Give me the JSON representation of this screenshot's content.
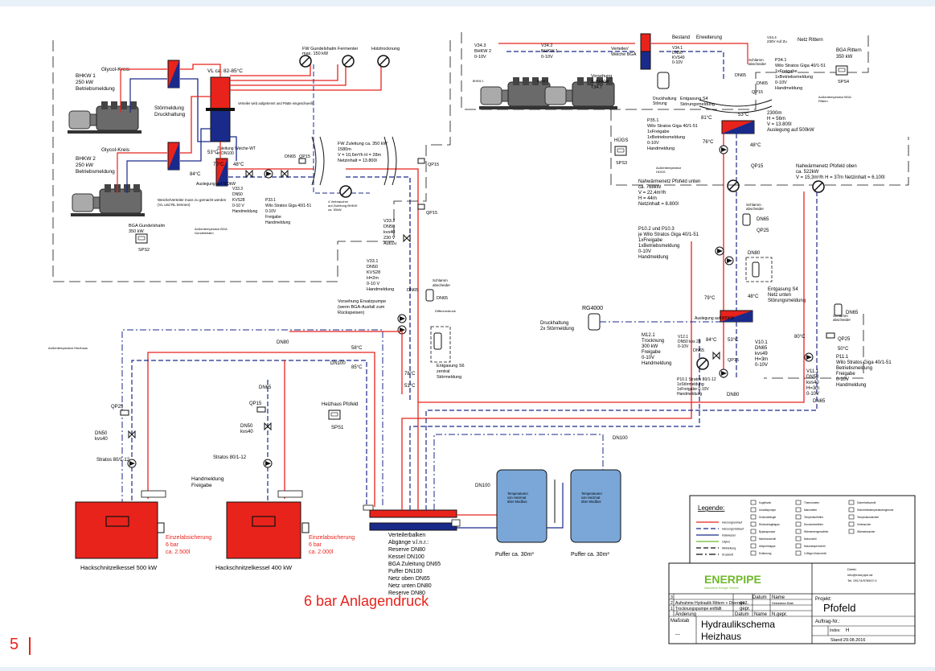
{
  "colors": {
    "flow": "#e8231c",
    "return": "#1a2a8a",
    "dashed": "#1a2a8a",
    "equipment": "#e8231c",
    "tank": "#7aa7d8",
    "logo_green": "#6fb92c",
    "line": "#111111"
  },
  "bhkw1": {
    "title": "BHKW 1",
    "power": "250 kW",
    "note": "Betriebsmeldung"
  },
  "bhkw2": {
    "title": "BHKW 2",
    "power": "250 kW",
    "note": "Betriebsmeldung"
  },
  "glycol1": "Glycol-Kreis",
  "glycol2": "Glycol-Kreis",
  "stoer": {
    "l1": "Störmeldung",
    "l2": "Druckhaltung"
  },
  "vl_ca": "VL ca. 82-85°C",
  "verteiler_note": "Verteiler wird aufgetrennt und Platte eingeschweißt",
  "zuleitung_wt": {
    "l1": "Zuleitung Weiche-WT",
    "l2": "in DN100"
  },
  "fw_gundelshalm": {
    "l1": "FW Gundelshalm",
    "l2": "max. 150 kW"
  },
  "fermenter": "Fermenter",
  "holztrocknung": "Holztrocknung",
  "fw_zuleitung": {
    "l1": "FW Zuleitung ca. 350 kW",
    "l2": "1580m",
    "l3": "V = 10,6m³/h H = 28m",
    "l4": "Netzinhalt = 13.800l"
  },
  "t53": "53°C",
  "t70": "70°C",
  "t84": "84°C",
  "t48a": "48°C",
  "ausleg500": "Auslegung auf 500kW",
  "dn65a": "DN65",
  "qp15a": "QP15",
  "qp15b": "QP15",
  "v33_3": {
    "l1": "V33.3",
    "l2": "DN50",
    "l3": "KVS28",
    "l4": "0-10 V",
    "l5": "Handmeldung"
  },
  "p33_1": {
    "l1": "P33.1",
    "l2": "Wilo Stratos Giga 40/1-51",
    "l3": "0-10V",
    "l4": "Freigabe",
    "l5": "Handmeldung"
  },
  "weiche_note": {
    "l1": "Weiche/Verteiler muss zu gemacht werden",
    "l2": "(VL und RL trennen)"
  },
  "verbraucher_note": {
    "l1": "4 Verbraucher",
    "l2": "auf Zuleitung BHKW",
    "l3": "ca. 30kW"
  },
  "aussenfuehler_bga": {
    "l1": "Außentemperatur BGA",
    "l2": "Gundelshalm"
  },
  "bga_gundelshalm": {
    "l1": "BGA Gundelshalm",
    "l2": "350 kW"
  },
  "sps2": "SPS2",
  "v33_2": {
    "l1": "V33.2",
    "l2": "DN50",
    "l3": "kvs40",
    "l4": "230 V",
    "l5": "Auf/Zu"
  },
  "qp15c": "QP15",
  "v33_1": {
    "l1": "V33.1",
    "l2": "DN50",
    "l3": "KVS28",
    "l4": "H=2m",
    "l5": "0-10 V",
    "l6": "Handmeldung"
  },
  "dn65b": "DN65",
  "schlamm_a": {
    "l1": "Schlamm",
    "l2": "abscheider"
  },
  "dn65c": "DN65",
  "differenzdruck": "Differenzdruck",
  "vorsehung_ersatz": {
    "l1": "Vorsehung Ersatzpumpe",
    "l2": "(wenn BGA-Ausfall zum",
    "l3": "Rückspeisen)"
  },
  "entgasung_s6": {
    "l1": "Entgasung S6",
    "l2": "zentral",
    "l3": "Störmeldung"
  },
  "t78": "78°C",
  "t51": "51°C",
  "aussenfuehler_heizhaus": "Außentemperatur Heizhaus",
  "dn80a": "DN80",
  "t58": "58°C",
  "t85": "85°C",
  "dn100a": "DN100",
  "dn65d": "DN65",
  "qp15d": "QP15",
  "qp25a": "QP25",
  "dn50a": {
    "l1": "DN50",
    "l2": "kvs40"
  },
  "dn50b": {
    "l1": "DN50",
    "l2": "kvs40"
  },
  "stratos1": "Stratos 80/1-12",
  "stratos2": "Stratos 80/1-12",
  "heizhaus_pfofeld": "Heizhaus Pfofeld",
  "sps1": "SPS1",
  "handmeldung_freigabe": {
    "l1": "Handmeldung",
    "l2": "Freigabe"
  },
  "kessel500": "Hackschnitzelkessel 500 kW",
  "kessel400": "Hackschnitzelkessel 400 kW",
  "einzel1": {
    "l1": "Einzelabsicherung",
    "l2": "6 bar",
    "l3": "ca. 2.500l"
  },
  "einzel2": {
    "l1": "Einzelabsicherung",
    "l2": "6 bar",
    "l3": "ca. 2.000l"
  },
  "verteilerbalken": {
    "l1": "Verteilerbalken",
    "l2": "Abgänge v.l.n.r.:",
    "l3": "Reserve DN80",
    "l4": "Kessel DN100",
    "l5": "BGA Zuleitung DN65",
    "l6": "Puffer DN100",
    "l7": "Netz oben DN65",
    "l8": "Netz unten DN80",
    "l9": "Reserve DN80"
  },
  "anlagendruck": "6 bar Anlagendruck",
  "dn100b": "DN100",
  "dn100c": "DN100",
  "puffer1": "Puffer ca. 30m³",
  "puffer2": "Puffer ca. 30m³",
  "tank_note": {
    "l1": "Temperaturen",
    "l2": "von Heizmat",
    "l3": "über Modbus"
  },
  "v34_3": {
    "l1": "V34.3",
    "l2": "BHKW 2",
    "l3": "0-10V"
  },
  "v34_2": {
    "l1": "V34.2",
    "l2": "BHKW 1",
    "l3": "0-10V"
  },
  "bhkw_small1": "BHKW 1",
  "bhkw_small2": "BHKW 2",
  "vorsehung_bhkw3": {
    "l1": "Vorsehung",
    "l2": "3. BHKW",
    "l3": "T34.7"
  },
  "verteiler_weiche": {
    "l1": "Verteiler/",
    "l2": "Weiche BGA"
  },
  "bestand": "Bestand",
  "erweiterung": "Erweiterung",
  "v34_1": {
    "l1": "V34.1",
    "l2": "DN50",
    "l3": "KVS40",
    "l4": "0-10V"
  },
  "v34_4": {
    "l1": "V34.4",
    "l2": "230V Auf Zu"
  },
  "netz_rittern": "Netz Rittern",
  "druckhaltung_stoer": {
    "l1": "Druckhaltung",
    "l2": "Störung"
  },
  "entgasung_s4a": {
    "l1": "Entgasung S4",
    "l2": "Störungsmeldung"
  },
  "schlamm_b": {
    "l1": "Schlamm",
    "l2": "abscheider"
  },
  "dn65e": "DN65",
  "dn65f": "DN65",
  "qp15e": "QP15",
  "p34_1": {
    "l1": "P34.1",
    "l2": "Wilo Stratos Giga 40/1-51",
    "l3": "1xFreigabe",
    "l4": "1xBetriebsmeldung",
    "l5": "0-10V",
    "l6": "Handmeldung"
  },
  "bga_rittern": {
    "l1": "BGA Rittern",
    "l2": "350 kW"
  },
  "sps4": "SPS4",
  "aussen_bga_rittern": {
    "l1": "Außentemperatur BGA",
    "l2": "Rittern"
  },
  "rittern_line": {
    "l1": "2300m",
    "l2": "H = 56m",
    "l3": "V = 13.800l",
    "l4": "Auslegung auf 500kW"
  },
  "t81": "81°C",
  "t53b": "53°C",
  "t76": "76°C",
  "t48b": "48°C",
  "p35_1": {
    "l1": "P35.1",
    "l2": "Wilo Stratos Giga 40/1-51",
    "l3": "1xFreigabe",
    "l4": "1xBetriebsmeldung",
    "l5": "0-10V",
    "l6": "Handmeldung"
  },
  "huegs": "HÜGS",
  "sps3": "SPS3",
  "aussen_huegs": {
    "l1": "Außentemperatur",
    "l2": "HÜGS"
  },
  "qp15f": "QP15",
  "nahwaerme_unten": {
    "l1": "Nahwärmenetz Pfofeld unten",
    "l2": "ca. 768kW",
    "l3": "V = 22,4m³/h",
    "l4": "H = 44m",
    "l5": "Netzinhalt = 8.800l"
  },
  "nahwaerme_oben": {
    "l1": "Nahwärmenetz Pfofeld oben",
    "l2": "ca. 522kW",
    "l3": "V = 15,3m³/h  H = 37m Netzinhalt = 6.100l"
  },
  "schlamm_c": {
    "l1": "Schlamm",
    "l2": "abscheider"
  },
  "dn65g": "DN65",
  "qp25b": "QP25",
  "p10": {
    "l1": "P10.2 und P10.3",
    "l2": "je Wilo Stratos Giga 40/1-51",
    "l3": "1xFreigabe",
    "l4": "1xBetriebsmeldung",
    "l5": "0-10V",
    "l6": "Handmeldung"
  },
  "dn80b": "DN80",
  "entgasung_s4b": {
    "l1": "Entgasung S4",
    "l2": "Netz unten",
    "l3": "Störungsmeldung"
  },
  "rg4000": "RG4000",
  "druckhaltung2": {
    "l1": "Druckhaltung",
    "l2": "2x Störmeldung"
  },
  "t79": "79°C",
  "t48c": "48°C",
  "ausleg900": "Auslegung auf 900kW",
  "t84b": "84°C",
  "t53c": "53°C",
  "m12_1": {
    "l1": "M12.1",
    "l2": "Trocknung",
    "l3": "300 kW",
    "l4": "Freigabe",
    "l5": "0-10V",
    "l6": "Handmeldung"
  },
  "v12_1": {
    "l1": "V12.1",
    "l2": "DN50 kvs 28",
    "l3": "0-10V"
  },
  "dn65h": "DN65",
  "qp15g": "QP15",
  "v10_1": {
    "l1": "V10.1",
    "l2": "DN65",
    "l3": "kvs49",
    "l4": "H=3m",
    "l5": "0-10V"
  },
  "p10_1": {
    "l1": "P10.1 Stratos 80/1-12",
    "l2": "1xStörmeldung",
    "l3": "1xFreigabe 0-10V",
    "l4": "Handmeldung"
  },
  "dn80c": "DN80",
  "schlamm_d": {
    "l1": "Schlamm",
    "l2": "abscheider"
  },
  "dn65i": "DN65",
  "t80": "80°C",
  "t50": "50°C",
  "qp25c": "QP25",
  "p11_1": {
    "l1": "P11.1",
    "l2": "Wilo Stratos Giga 40/1-51",
    "l3": "Betriebsmeldung",
    "l4": "Freigabe",
    "l5": "0-10V",
    "l6": "Handmeldung"
  },
  "v11_1": {
    "l1": "V11.1",
    "l2": "DN50",
    "l3": "kvs40",
    "l4": "H=3m",
    "l5": "0-10V"
  },
  "dn65j": "DN65",
  "legend": {
    "title": "Legende:",
    "lines": [
      "Heizungsvorlauf",
      "Heizungsrücklauf",
      "Kaltwasser",
      "Glykol",
      "Wirkleitung",
      "Druckluft"
    ],
    "symbols1": [
      "Kugelhahn",
      "Umwälzpumpe",
      "Schmutzfänger",
      "Rückschlagklappe",
      "Bypasspumpe",
      "Membranventil",
      "Absperrklappe",
      "Entleerung"
    ],
    "symbols2": [
      "Thermometer",
      "Manometer",
      "Temperaturfühler",
      "Druckmessfühler",
      "Wärmemengenzähler",
      "Motorventil",
      "Motorabsperrventil",
      "3-Wege-Motorventil"
    ],
    "symbols3": [
      "Sicherheitsventil",
      "Sicherheitstemperaturbegrenzer",
      "Temperaturwächter",
      "Verbraucher",
      "Wärmetauscher"
    ]
  },
  "title_block": {
    "company": "ENERPIPE",
    "company_sub": "Nahwärme Energie Technik",
    "direkt": "Direkt:",
    "email": "info@enerpipe.de",
    "tel": "Tel. 09174/976507-0",
    "rev3": "3",
    "rev2": "2",
    "rev2_text": "Aufnahme Hydraulik Rittern + Diverses",
    "rev1": "1",
    "rev1_text": "Trocknungspumpe entfällt",
    "aenderung": "Änderung",
    "datum": "Datum",
    "name": "Name",
    "gez": "gez.",
    "gepr": "gepr.",
    "ngepr": "N.gepr.",
    "sebastian": "Sebastian Blab",
    "projekt_label": "Projekt:",
    "projekt": "Pfofeld",
    "auftrag": "Auftrag-Nr.:",
    "index_label": "Index:",
    "index": "H",
    "massstab": "Maßstab",
    "massstab_val": "---",
    "title1": "Hydraulikschema",
    "title2": "Heizhaus",
    "stand": "Stand:29.08.2016"
  },
  "page_number": "5"
}
